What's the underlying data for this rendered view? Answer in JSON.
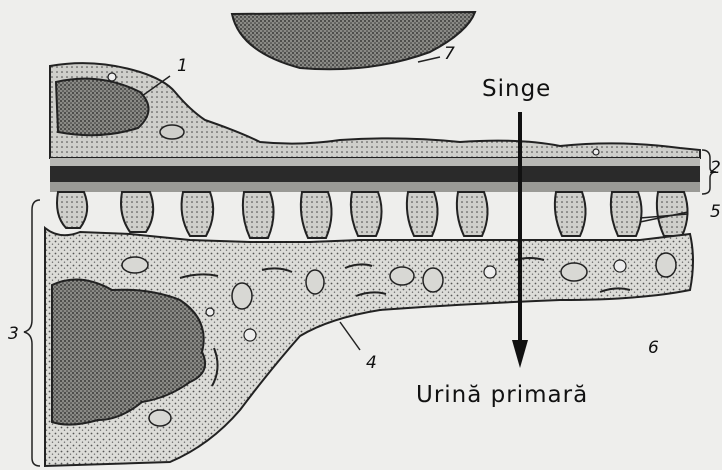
{
  "labels": {
    "blood": "Singe",
    "primary_urine": "Urină primară",
    "n1": "1",
    "n2": "2",
    "n3": "3",
    "n4": "4",
    "n5": "5",
    "n6": "6",
    "n7": "7"
  },
  "colors": {
    "background": "#eeeeec",
    "ink": "#111111",
    "tissue": "#d4d4d0",
    "basement_dark": "#2a2a2a",
    "nucleus": "#3a3a3a"
  },
  "icons": {
    "flow_arrow": "down-arrow-icon"
  }
}
